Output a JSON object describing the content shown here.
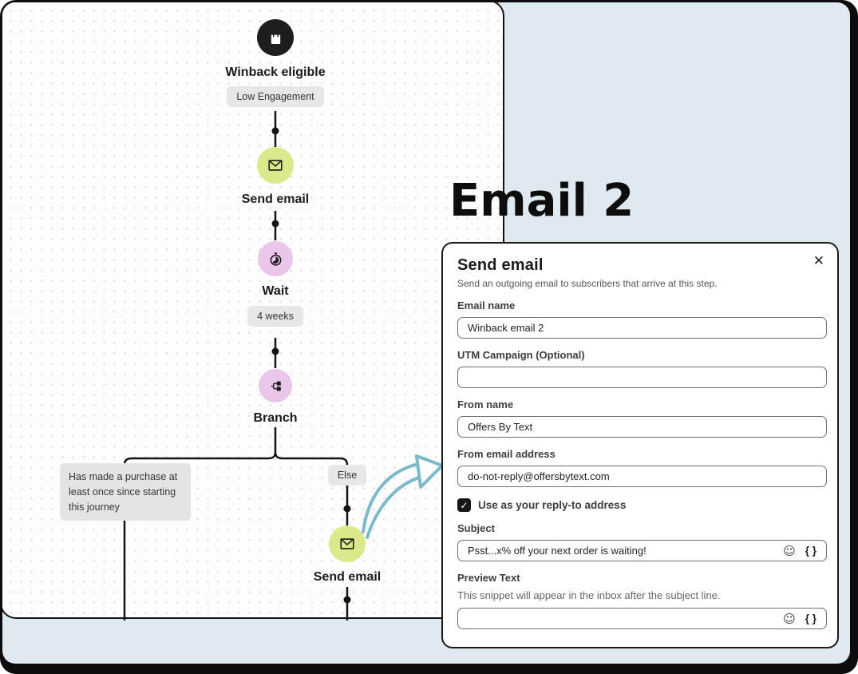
{
  "flow": {
    "trigger": {
      "title": "Winback eligible",
      "badge": "Low Engagement"
    },
    "send_email_1": {
      "title": "Send email"
    },
    "wait": {
      "title": "Wait",
      "badge": "4 weeks"
    },
    "branch": {
      "title": "Branch"
    },
    "branch_left": {
      "label": "Has made a purchase at least once since starting this journey"
    },
    "branch_right": {
      "label": "Else"
    },
    "send_email_2": {
      "title": "Send email"
    }
  },
  "annotation": {
    "heading": "Email 2"
  },
  "panel": {
    "title": "Send email",
    "subtitle": "Send an outgoing email to subscribers that arrive at this step.",
    "close_glyph": "✕",
    "email_name": {
      "label": "Email name",
      "value": "Winback email 2"
    },
    "utm_campaign": {
      "label": "UTM Campaign (Optional)",
      "value": ""
    },
    "from_name": {
      "label": "From name",
      "value": "Offers By Text"
    },
    "from_email": {
      "label": "From email address",
      "value": "do-not-reply@offersbytext.com"
    },
    "reply_to": {
      "label": "Use as your reply-to address",
      "checked": true,
      "check_glyph": "✓"
    },
    "subject": {
      "label": "Subject",
      "value": "Psst...x% off your next order is waiting!"
    },
    "preview": {
      "label": "Preview Text",
      "helper": "This snippet will appear in the inbox after the subject line.",
      "value": ""
    },
    "icons": {
      "emoji": "☺",
      "merge_tags": "{ }"
    }
  },
  "colors": {
    "background_blue": "#dfeaf0",
    "canvas_white": "#fdfdfd",
    "node_green": "#dbe98c",
    "node_purple": "#e9c6ea",
    "node_black": "#1d1d20",
    "badge_gray": "#e7e7e7",
    "arrow_teal": "#7cb9ca",
    "line_black": "#141414"
  }
}
